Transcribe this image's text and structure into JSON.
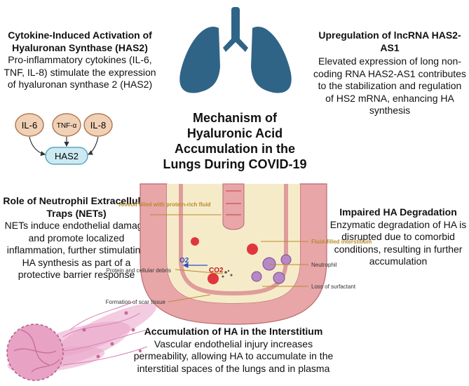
{
  "center_title": "Mechanism of Hyaluronic Acid Accumulation in the Lungs During COVID-19",
  "sections": {
    "cytokine": {
      "title": "Cytokine-Induced Activation of Hyaluronan Synthase (HAS2)",
      "body": "Pro-inflammatory cytokines (IL-6, TNF, IL-8) stimulate the expression of hyaluronan synthase 2 (HAS2)"
    },
    "lncrna": {
      "title": "Upregulation of lncRNA HAS2-AS1",
      "body": "Elevated expression of long non-coding RNA HAS2-AS1 contributes to the stabilization and regulation of HS2 mRNA, enhancing HA synthesis"
    },
    "nets": {
      "title": "Role of Neutrophil Extracellular Traps (NETs)",
      "body": "NETs induce endothelial damage and promote localized inflammation, further stimulating HA synthesis as part of a protective barrier response"
    },
    "degradation": {
      "title": "Impaired HA Degradation",
      "body": "Enzymatic degradation of HA is disrupted due to comorbid conditions, resulting in further accumulation"
    },
    "interstitium": {
      "title": "Accumulation of HA in the Interstitium",
      "body": "Vascular endothelial injury increases permeability, allowing HA to accumulate in the interstitial spaces of the lungs and in plasma"
    }
  },
  "cytokine_diagram": {
    "il6": "IL-6",
    "tnf": "TNF-α",
    "il8": "IL-8",
    "target": "HAS2"
  },
  "alveolus_labels": {
    "alveoli_fluid": "Alveoli filled with protein-rich fluid",
    "fluid_interstitium": "Fluid-filled interstitium",
    "o2": "O2",
    "co2": "CO2",
    "protein_debris": "Protein and cellular debris",
    "neutrophil": "Neutrophil",
    "loss_surfactant": "Loss of surfactant",
    "scar_tissue": "Formation of scar tissue"
  },
  "colors": {
    "lungs": "#2f6487",
    "cytokine_fill": "#f1d1b5",
    "cytokine_stroke": "#b07a55",
    "has2_fill": "#cdeaf2",
    "has2_stroke": "#5aa8c3",
    "wall_pink": "#e8a6a8",
    "alveolus_fill": "#f6ebc9",
    "callout_orange": "#b98a2a",
    "o2_blue": "#2a4fc0",
    "co2_red": "#c01a1a",
    "net_pink": "#e9a3c8"
  }
}
